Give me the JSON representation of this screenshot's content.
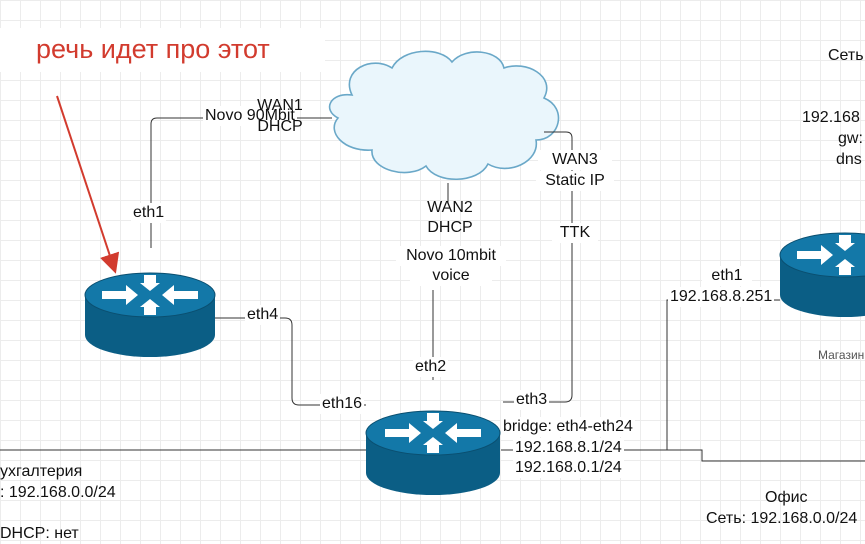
{
  "annotation": {
    "text": "речь идет про этот",
    "color": "#d23b2e"
  },
  "links": {
    "wan1": {
      "provider": "Novo 90Mbit",
      "name": "WAN1",
      "mode": "DHCP"
    },
    "wan2": {
      "name": "WAN2",
      "mode": "DHCP",
      "provider": "Novo 10mbit",
      "purpose": "voice"
    },
    "wan3": {
      "name": "WAN3",
      "mode": "Static IP",
      "provider": "TTK"
    }
  },
  "router_left": {
    "icon": "router-icon",
    "port_up": "eth1",
    "port_right": "eth4"
  },
  "router_center": {
    "icon": "router-icon",
    "port_left": "eth16",
    "port_top": "eth2",
    "port_right": "eth3",
    "bridge": "bridge: eth4-eth24",
    "ip1": "192.168.8.1/24",
    "ip2": "192.168.0.1/24"
  },
  "router_right": {
    "icon": "router-icon",
    "port": "eth1",
    "port_ip": "192.168.8.251",
    "caption": "Магазин",
    "net_label": "Сеть",
    "ip": "192.168",
    "gw": "gw:",
    "dns": "dns"
  },
  "segments": {
    "accounting": {
      "name": "ухгалтерия",
      "net": ": 192.168.0.0/24",
      "dhcp": "DHCP: нет"
    },
    "office": {
      "name": "Офис",
      "net": "Сеть: 192.168.0.0/24"
    }
  },
  "colors": {
    "router_fill": "#0d6e9a",
    "router_edge": "#0a4f70",
    "cloud_fill": "#eaf6fc",
    "cloud_stroke": "#6aa8c8",
    "line": "#333333",
    "arrow": "#d23b2e"
  }
}
